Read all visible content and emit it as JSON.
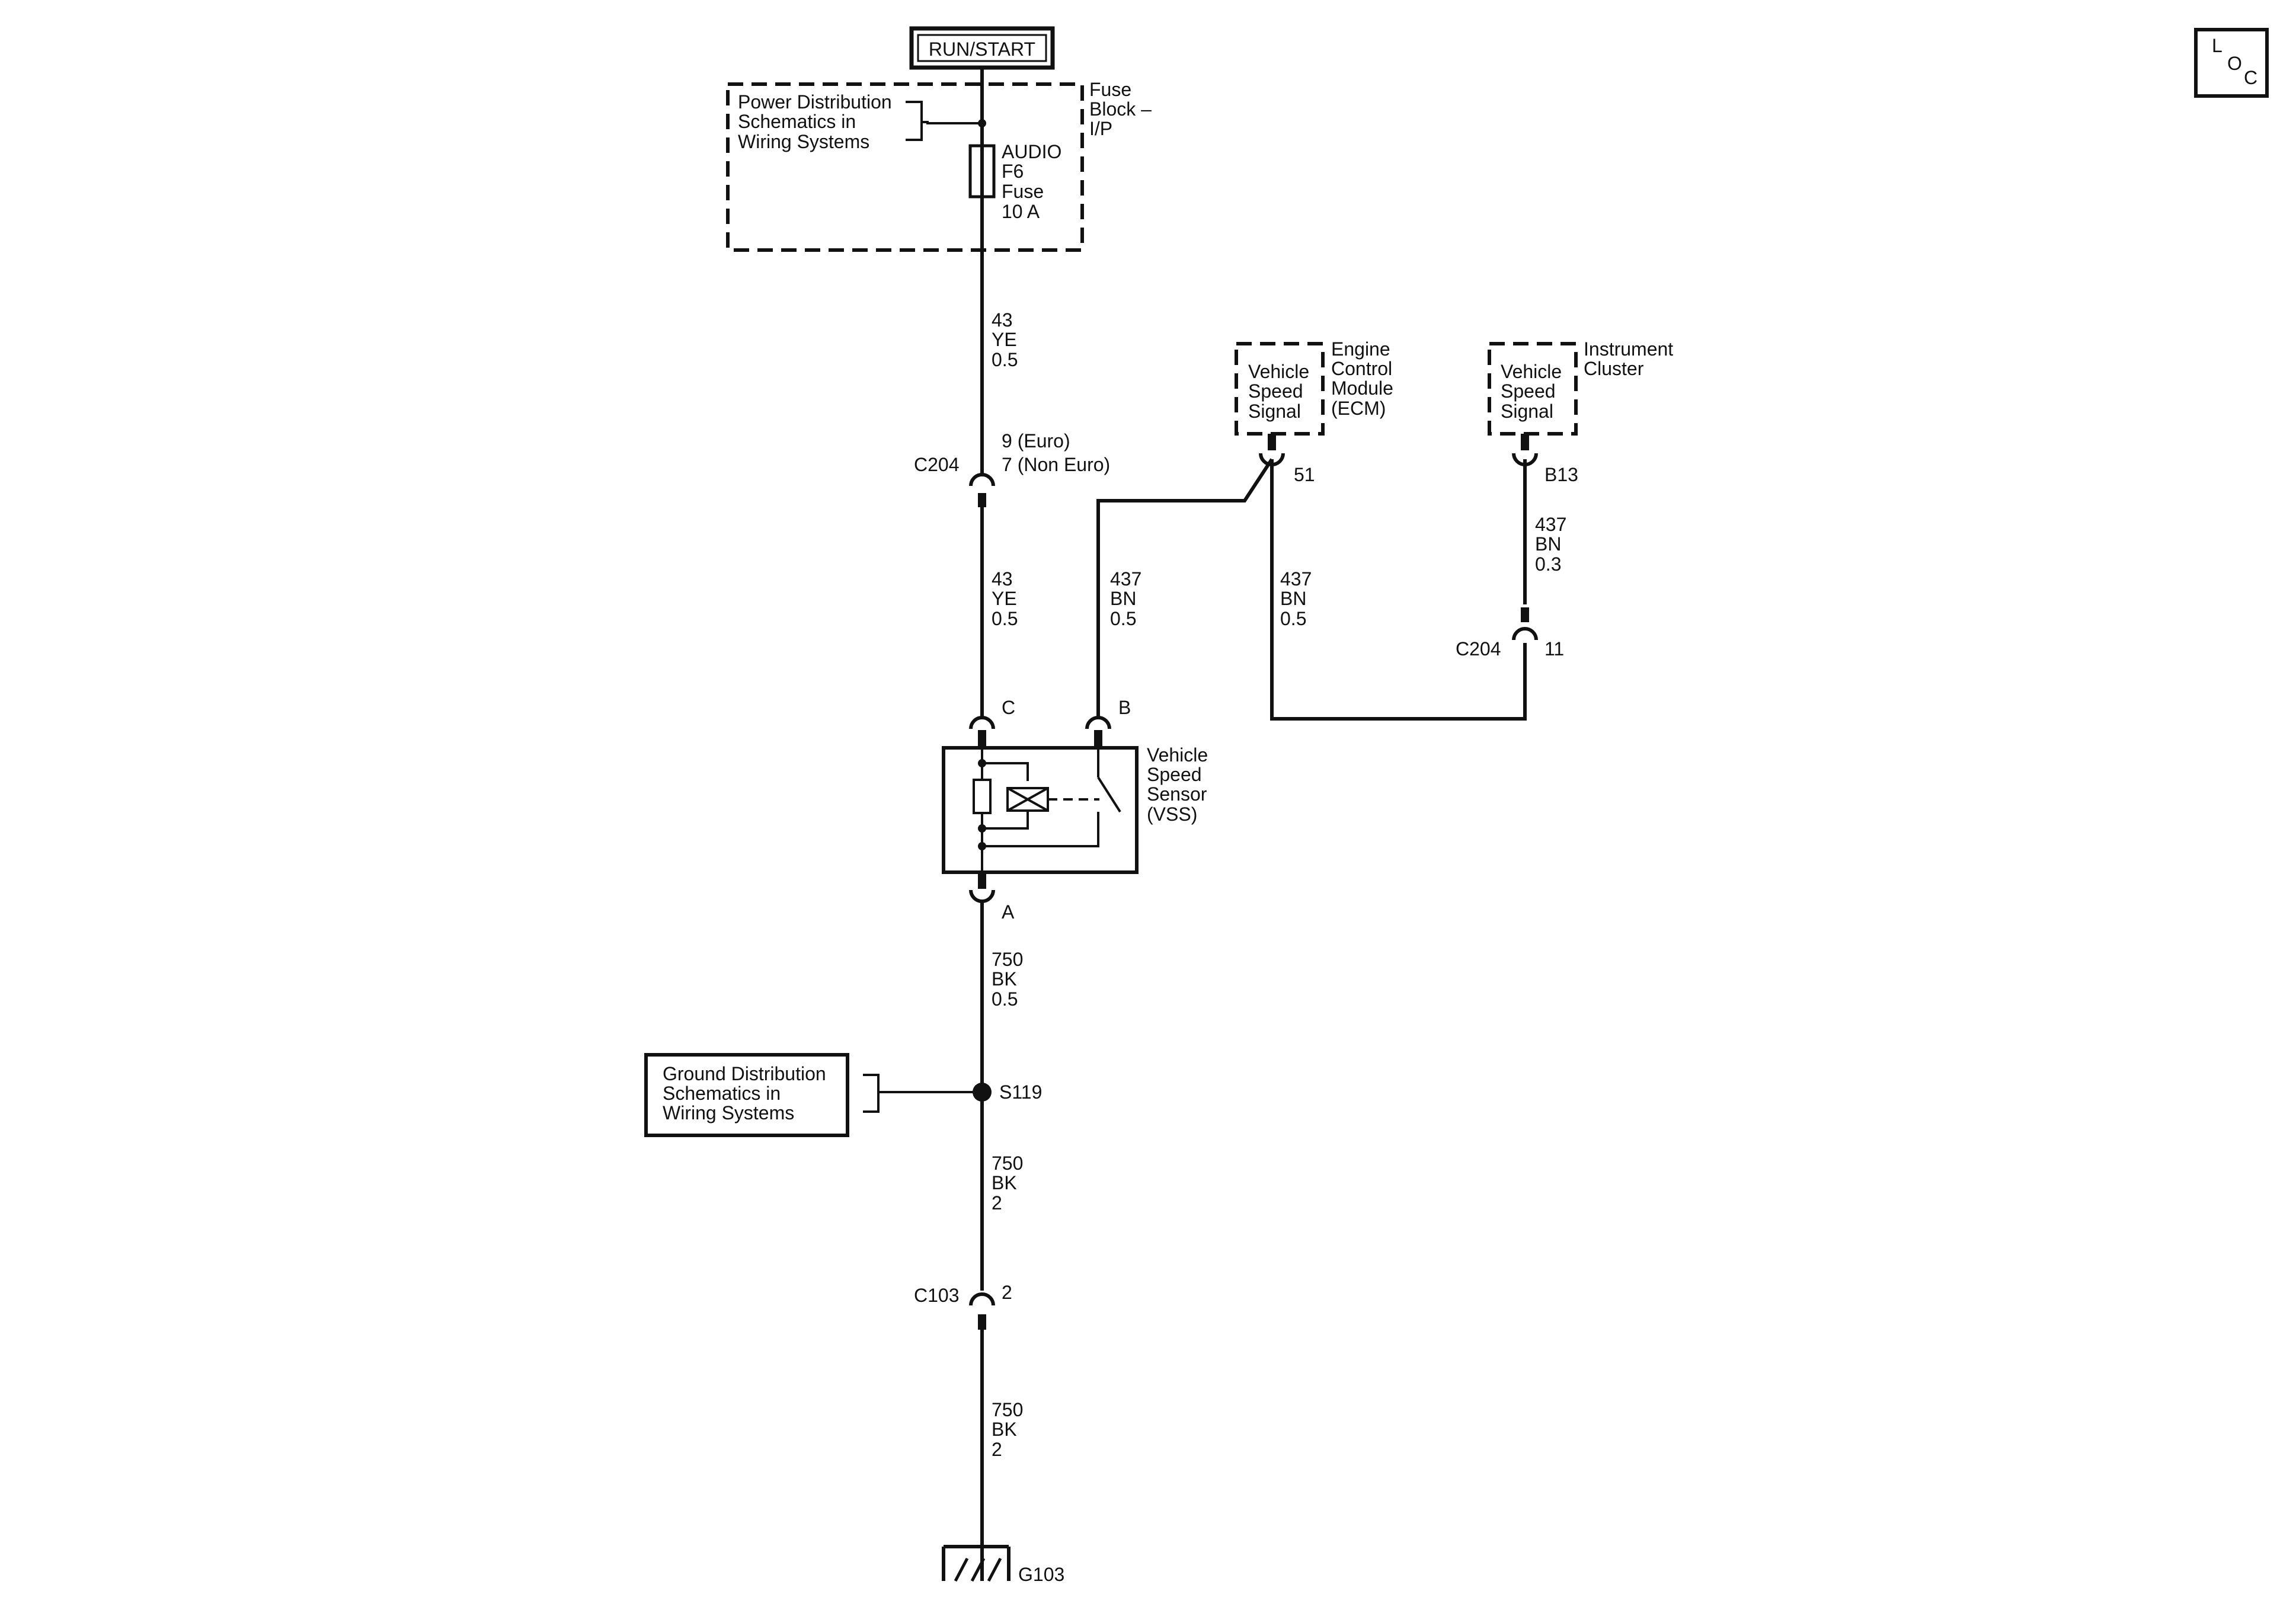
{
  "power_source": "RUN/START",
  "loc_badge": {
    "l": "L",
    "o": "O",
    "c": "C"
  },
  "fuse_block": {
    "label": [
      "Fuse",
      "Block –",
      "I/P"
    ],
    "ref": [
      "Power Distribution",
      "Schematics in",
      "Wiring Systems"
    ],
    "fuse": [
      "AUDIO",
      "F6",
      "Fuse",
      "10 A"
    ]
  },
  "wires": {
    "w1": [
      "43",
      "YE",
      "0.5"
    ],
    "w2": [
      "43",
      "YE",
      "0.5"
    ],
    "w3": [
      "437",
      "BN",
      "0.5"
    ],
    "w4": [
      "437",
      "BN",
      "0.5"
    ],
    "w5": [
      "437",
      "BN",
      "0.3"
    ],
    "w6": [
      "750",
      "BK",
      "0.5"
    ],
    "w7": [
      "750",
      "BK",
      "2"
    ],
    "w8": [
      "750",
      "BK",
      "2"
    ]
  },
  "connectors": {
    "c204_top": {
      "name": "C204",
      "pins": [
        "9 (Euro)",
        "7 (Non Euro)"
      ]
    },
    "c204_right": {
      "name": "C204",
      "pin": "11"
    },
    "c103": {
      "name": "C103",
      "pin": "2"
    },
    "ecm_pin": "51",
    "ic_pin": "B13",
    "vss_pin_c": "C",
    "vss_pin_b": "B",
    "vss_pin_a": "A"
  },
  "ecm": {
    "signal": [
      "Vehicle",
      "Speed",
      "Signal"
    ],
    "label": [
      "Engine",
      "Control",
      "Module",
      "(ECM)"
    ]
  },
  "instrument_cluster": {
    "signal": [
      "Vehicle",
      "Speed",
      "Signal"
    ],
    "label": [
      "Instrument",
      "Cluster"
    ]
  },
  "vss": {
    "label": [
      "Vehicle",
      "Speed",
      "Sensor",
      "(VSS)"
    ]
  },
  "splice": "S119",
  "ground_ref": [
    "Ground Distribution",
    "Schematics in",
    "Wiring Systems"
  ],
  "ground": "G103"
}
